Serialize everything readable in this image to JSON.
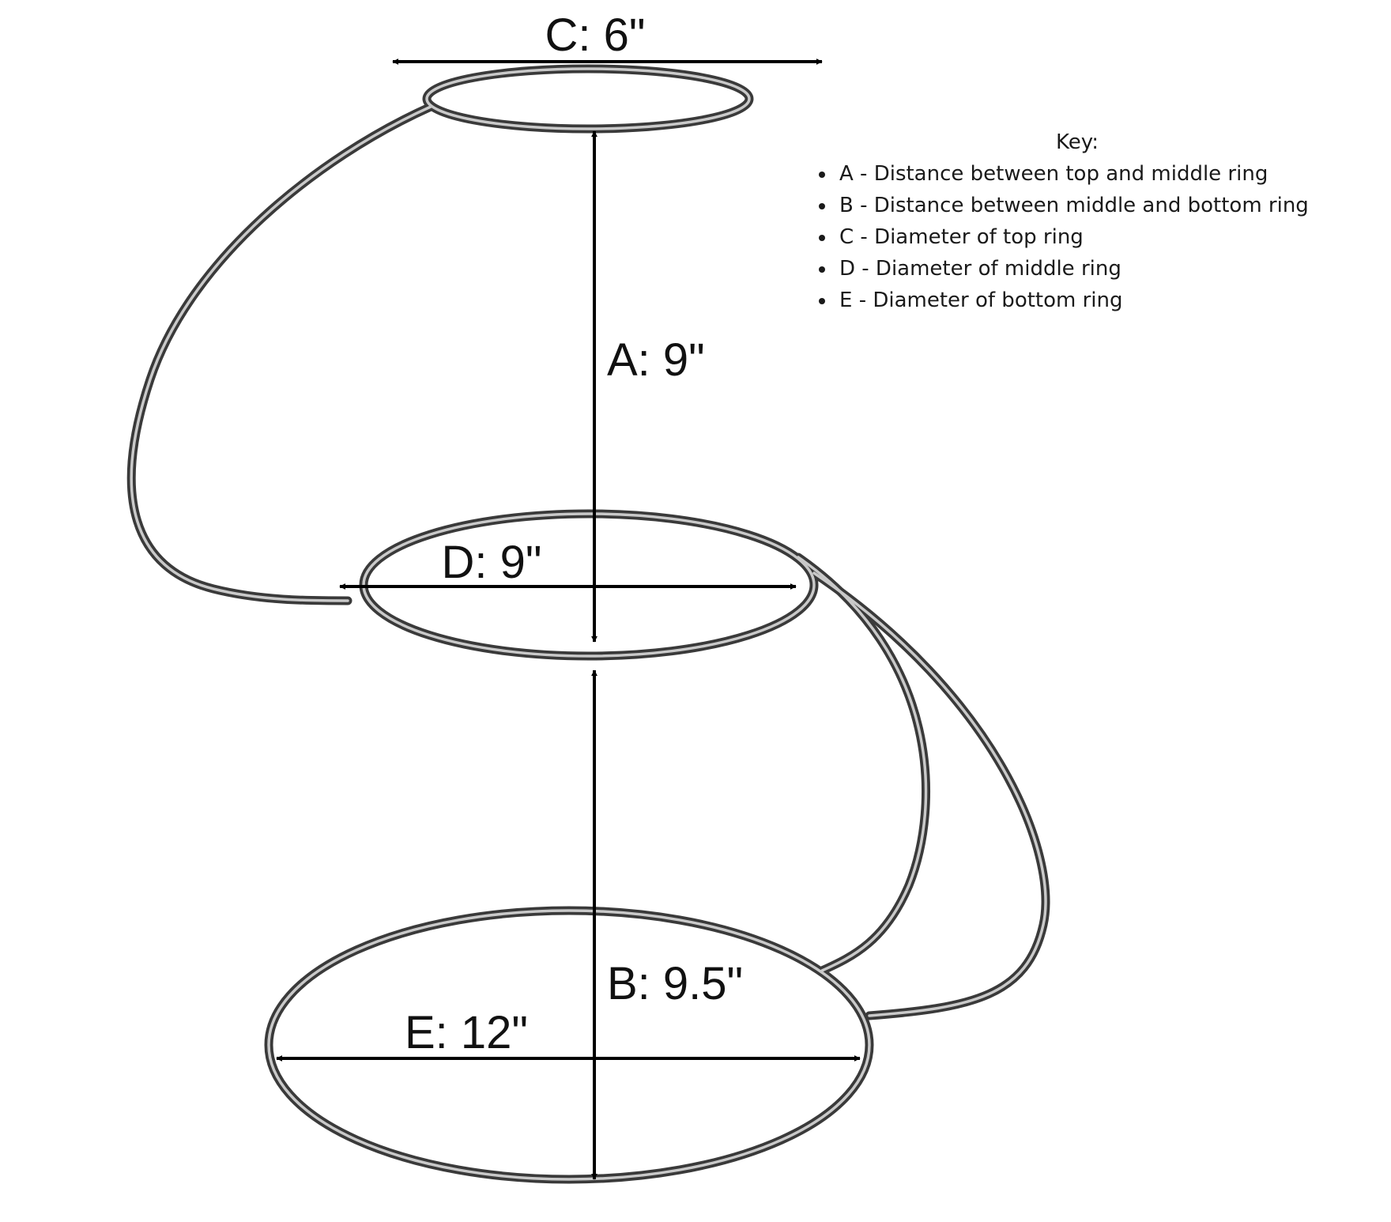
{
  "dimensions": {
    "A": "A: 9\"",
    "B": "B: 9.5\"",
    "C": "C: 6\"",
    "D": "D: 9\"",
    "E": "E: 12\""
  },
  "key": {
    "title": "Key:",
    "items": [
      "A - Distance between top and middle ring",
      "B - Distance between middle and bottom ring",
      "C - Diameter of top ring",
      "D - Diameter of middle ring",
      "E - Diameter of bottom ring"
    ]
  },
  "colors": {
    "wire": "#3a3a3a",
    "wire_highlight": "#c9c9c9",
    "arrow": "#000000",
    "text": "#111111",
    "background": "#ffffff"
  }
}
